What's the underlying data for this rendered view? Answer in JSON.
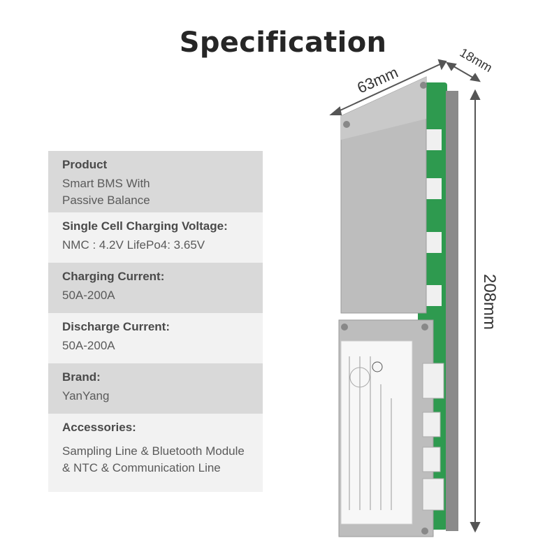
{
  "title": "Specification",
  "specs": [
    {
      "label": "Product",
      "value": "Smart BMS With\nPassive Balance"
    },
    {
      "label": "Single Cell Charging Voltage:",
      "value": "NMC : 4.2V LifePo4: 3.65V"
    },
    {
      "label": "Charging Current:",
      "value": "50A-200A"
    },
    {
      "label": "Discharge Current:",
      "value": "50A-200A"
    },
    {
      "label": "Brand:",
      "value": "YanYang"
    },
    {
      "label": "Accessories:",
      "value": "Sampling Line & Bluetooth Module\n& NTC & Communication Line"
    }
  ],
  "dimensions": {
    "width": "63mm",
    "depth": "18mm",
    "height": "208mm"
  },
  "colors": {
    "row_dark": "#d9d9d9",
    "row_light": "#f2f2f2",
    "pcb_green": "#2e9a4f",
    "heatsink": "#b9b9b9"
  }
}
